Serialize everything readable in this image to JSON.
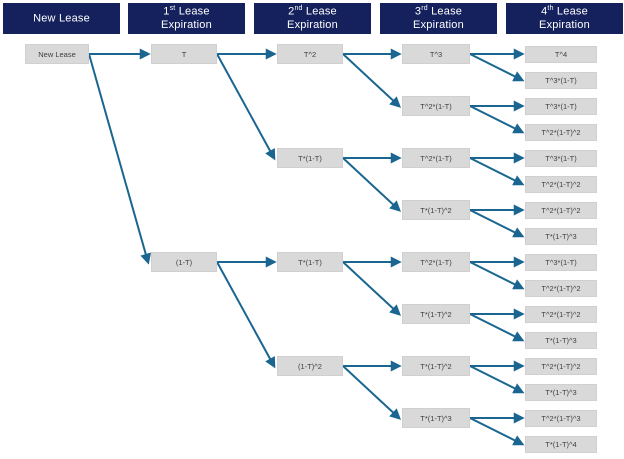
{
  "diagram": {
    "type": "probability-tree",
    "colors": {
      "background": "#ffffff",
      "header_bg": "#14215c",
      "header_text": "#ffffff",
      "node_bg": "#d9d9d9",
      "node_border": "#d0d0d0",
      "node_text": "#3f3f3f",
      "arrow": "#1a6690"
    },
    "columns": [
      {
        "header": {
          "line1": "New Lease",
          "sup": "",
          "line1_rest": "",
          "line2": ""
        },
        "nodes": [
          "New Lease"
        ]
      },
      {
        "header": {
          "line1": "1",
          "sup": "st",
          "line1_rest": " Lease",
          "line2": "Expiration"
        },
        "nodes": [
          "T",
          "(1-T)"
        ]
      },
      {
        "header": {
          "line1": "2",
          "sup": "nd",
          "line1_rest": " Lease",
          "line2": "Expiration"
        },
        "nodes": [
          "T^2",
          "T*(1-T)",
          "T*(1-T)",
          "(1-T)^2"
        ]
      },
      {
        "header": {
          "line1": "3",
          "sup": "rd",
          "line1_rest": " Lease",
          "line2": "Expiration"
        },
        "nodes": [
          "T^3",
          "T^2*(1-T)",
          "T^2*(1-T)",
          "T*(1-T)^2",
          "T^2*(1-T)",
          "T*(1-T)^2",
          "T*(1-T)^2",
          "T*(1-T)^3"
        ]
      },
      {
        "header": {
          "line1": "4",
          "sup": "th",
          "line1_rest": " Lease",
          "line2": "Expiration"
        },
        "nodes": [
          "T^4",
          "T^3*(1-T)",
          "T^3*(1-T)",
          "T^2*(1-T)^2",
          "T^3*(1-T)",
          "T^2*(1-T)^2",
          "T^2*(1-T)^2",
          "T*(1-T)^3",
          "T^3*(1-T)",
          "T^2*(1-T)^2",
          "T^2*(1-T)^2",
          "T*(1-T)^3",
          "T^2*(1-T)^2",
          "T*(1-T)^3",
          "T^2*(1-T)^3",
          "T*(1-T)^4"
        ]
      }
    ]
  }
}
